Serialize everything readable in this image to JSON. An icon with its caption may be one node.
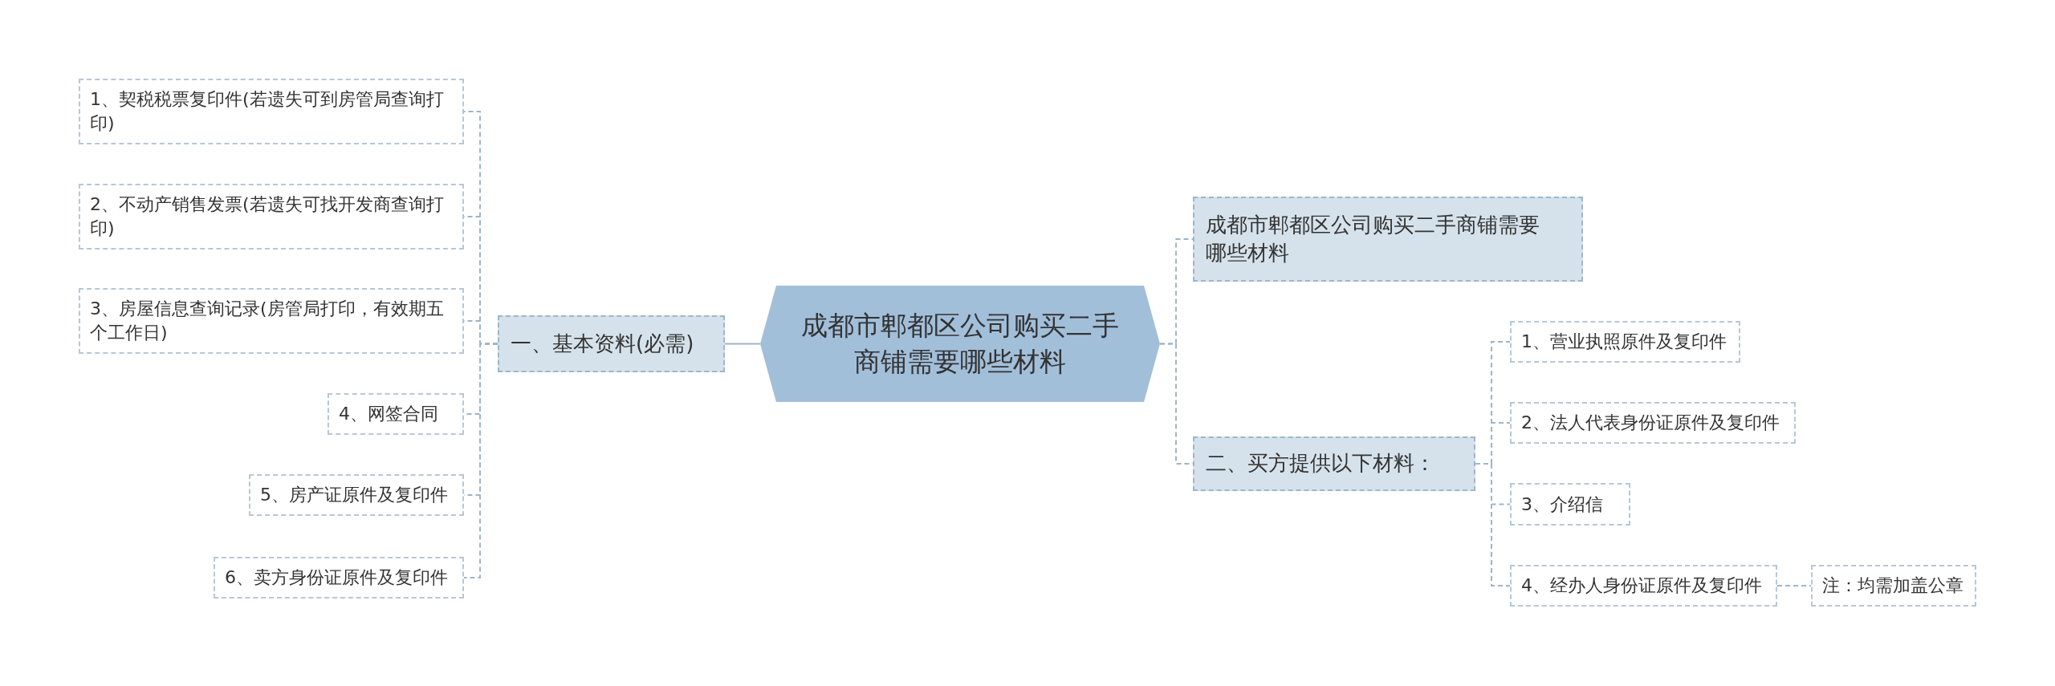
{
  "diagram": {
    "nodes": [
      {
        "text": [
          "成都市郫都区公司购买二手商铺需要哪些材料"
        ]
      },
      {
        "text": [
          "一、基本资料(必需)"
        ]
      },
      {
        "text": [
          "1、契税税票复印件(若遗失可到房管局查询打印)"
        ]
      },
      {
        "text": [
          "2、不动产销售发票(若遗失可找开发商查询打印)"
        ]
      },
      {
        "text": [
          "3、房屋信息查询记录(房管局打印，有效期五个工作日)"
        ]
      },
      {
        "text": [
          "4、网签合同"
        ]
      },
      {
        "text": [
          "5、房产证原件及复印件"
        ]
      },
      {
        "text": [
          "6、卖方身份证原件及复印件"
        ]
      },
      {
        "text": [
          "成都市郫都区公司购买二手商铺需要哪些材料"
        ]
      },
      {
        "text": [
          "二、买方提供以下材料："
        ]
      },
      {
        "text": [
          "1、营业执照原件及复印件"
        ]
      },
      {
        "text": [
          "2、法人代表身份证原件及复印件"
        ]
      },
      {
        "text": [
          "3、介绍信"
        ]
      },
      {
        "text": [
          "4、经办人身份证原件及复印件"
        ]
      },
      {
        "text": [
          "注：均需加盖公章"
        ]
      }
    ],
    "edges": [
      {
        "from": 0,
        "to": 1,
        "arrow": "none"
      },
      {
        "from": 1,
        "to": 2,
        "arrow": "none",
        "style": "dashed"
      },
      {
        "from": 1,
        "to": 3,
        "arrow": "none",
        "style": "dashed"
      },
      {
        "from": 1,
        "to": 4,
        "arrow": "none",
        "style": "dashed"
      },
      {
        "from": 1,
        "to": 5,
        "arrow": "none",
        "style": "dashed"
      },
      {
        "from": 1,
        "to": 6,
        "arrow": "none",
        "style": "dashed"
      },
      {
        "from": 1,
        "to": 7,
        "arrow": "none",
        "style": "dashed"
      },
      {
        "from": 0,
        "to": 8,
        "arrow": "none",
        "style": "dashed"
      },
      {
        "from": 0,
        "to": 9,
        "arrow": "none",
        "style": "dashed"
      },
      {
        "from": 9,
        "to": 10,
        "arrow": "none",
        "style": "dashed"
      },
      {
        "from": 9,
        "to": 11,
        "arrow": "none",
        "style": "dashed"
      },
      {
        "from": 9,
        "to": 12,
        "arrow": "none",
        "style": "dashed"
      },
      {
        "from": 9,
        "to": 13,
        "arrow": "none",
        "style": "dashed"
      },
      {
        "from": 13,
        "to": 14,
        "arrow": "none",
        "style": "dashed"
      }
    ]
  }
}
